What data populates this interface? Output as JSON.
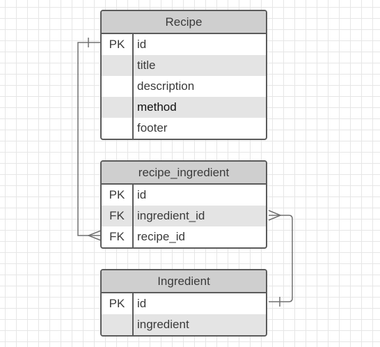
{
  "entities": {
    "recipe": {
      "title": "Recipe",
      "rows": [
        {
          "key": "PK",
          "field": "id"
        },
        {
          "key": "",
          "field": "title"
        },
        {
          "key": "",
          "field": "description"
        },
        {
          "key": "",
          "field": "method"
        },
        {
          "key": "",
          "field": "footer"
        }
      ]
    },
    "recipe_ingredient": {
      "title": "recipe_ingredient",
      "rows": [
        {
          "key": "PK",
          "field": "id"
        },
        {
          "key": "FK",
          "field": "ingredient_id"
        },
        {
          "key": "FK",
          "field": "recipe_id"
        }
      ]
    },
    "ingredient": {
      "title": "Ingredient",
      "rows": [
        {
          "key": "PK",
          "field": "id"
        },
        {
          "key": "",
          "field": "ingredient"
        }
      ]
    }
  },
  "relationships": [
    {
      "from": "Recipe.id",
      "from_cardinality": "one",
      "to": "recipe_ingredient.recipe_id",
      "to_cardinality": "many"
    },
    {
      "from": "Ingredient.id",
      "from_cardinality": "one",
      "to": "recipe_ingredient.ingredient_id",
      "to_cardinality": "many"
    }
  ],
  "colors": {
    "border": "#5b5b5b",
    "header_fill": "#cfcfcf",
    "row_shade": "#e4e4e4",
    "grid": "#e6e6e6"
  }
}
